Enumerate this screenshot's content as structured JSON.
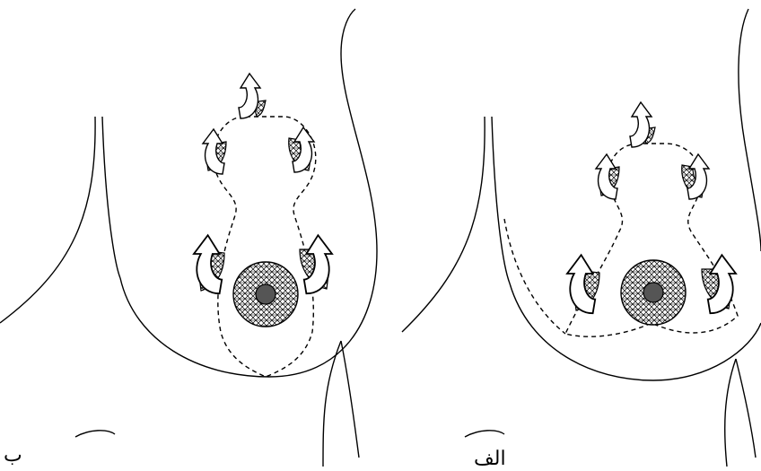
{
  "panels": [
    {
      "id": "panel-b",
      "label": "ب"
    },
    {
      "id": "panel-alef",
      "label": "الف"
    }
  ],
  "colors": {
    "line": "#000000",
    "hatch_fill": "#ffffff",
    "nipple_core": "#555555"
  },
  "icons": [
    "curved-arrow-icon",
    "hatched-flap-icon",
    "areola-icon",
    "nipple-icon"
  ]
}
